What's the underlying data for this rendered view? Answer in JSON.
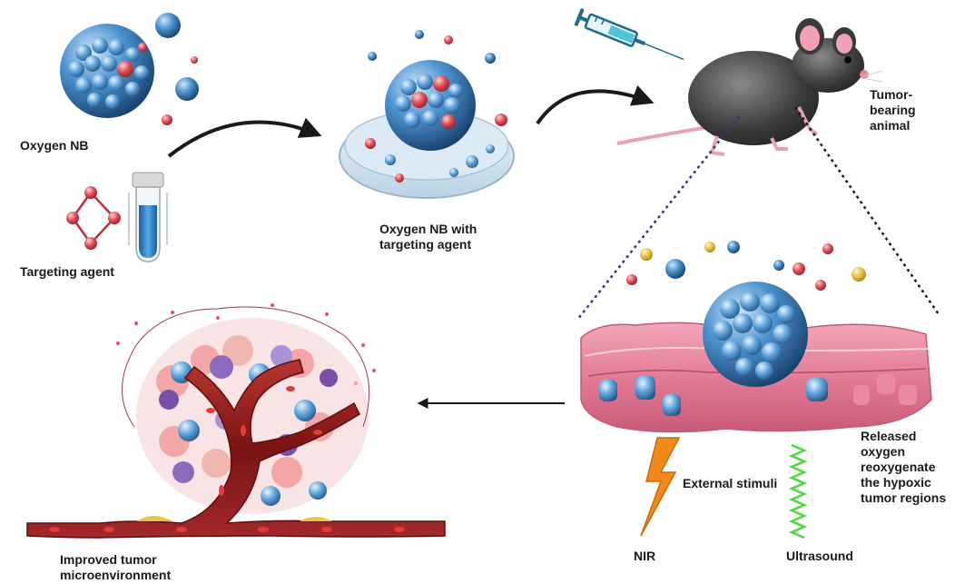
{
  "labels": {
    "oxygen_nb": "Oxygen NB",
    "targeting_agent": "Targeting agent",
    "oxygen_nb_with_targeting": "Oxygen NB with\ntargeting agent",
    "tumor_bearing_animal": "Tumor-\nbearing\nanimal",
    "released_oxygen": "Released\noxygen\nreoxygenate\nthe hypoxic\ntumor regions",
    "external_stimuli": "External stimuli",
    "nir": "NIR",
    "ultrasound": "Ultrasound",
    "improved_tumor": "Improved tumor\nmicroenvironment"
  },
  "icons": {
    "oxygen_nanobubble": "oxygen-nanobubble-icon",
    "targeting_molecule": "targeting-molecule-icon",
    "test_tube": "test-tube-icon",
    "petri_dish": "petri-dish-icon",
    "syringe": "syringe-icon",
    "mouse": "mouse-icon",
    "tumor_tissue": "tumor-tissue-icon",
    "nir_lightning": "lightning-bolt-icon",
    "ultrasound_wave": "ultrasound-wave-icon",
    "blood_vessel": "blood-vessel-icon"
  },
  "colors": {
    "nanobubble_blue": "#2e6fa8",
    "tissue_pink": "#e58aa0",
    "nir_orange": "#f08a1c",
    "ultrasound_green": "#4cd93c",
    "vessel_red": "#8c1c1c",
    "arrow": "#1a1a1a"
  }
}
